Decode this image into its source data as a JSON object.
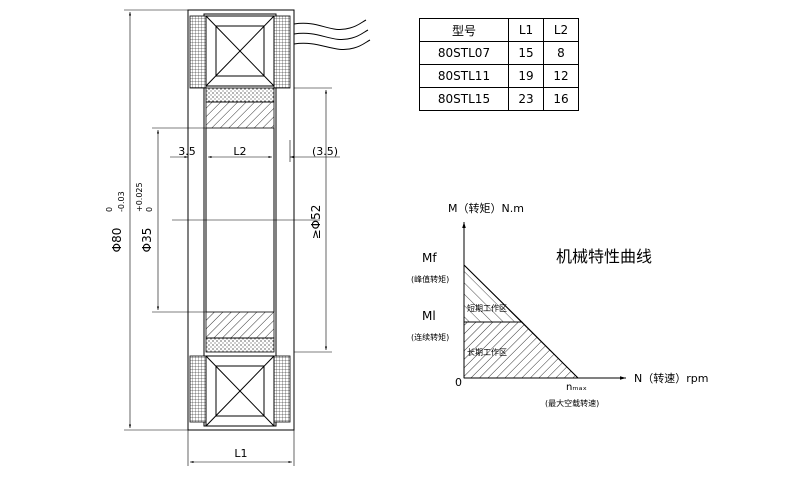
{
  "spec_table": {
    "headers": [
      "型号",
      "L1",
      "L2"
    ],
    "rows": [
      [
        "80STL07",
        "15",
        "8"
      ],
      [
        "80STL11",
        "19",
        "12"
      ],
      [
        "80STL15",
        "23",
        "16"
      ]
    ]
  },
  "drawing": {
    "dim_outer_diameter": "Φ80",
    "dim_outer_tol_upper": "0",
    "dim_outer_tol_lower": "-0.03",
    "dim_inner_diameter": "Φ35",
    "dim_inner_tol_upper": "+0.025",
    "dim_inner_tol_lower": "0",
    "dim_bore": "≥Φ52",
    "dim_left_gap": "3.5",
    "dim_l2": "L2",
    "dim_right_gap": "(3.5)",
    "dim_l1": "L1"
  },
  "curve": {
    "title": "机械特性曲线",
    "y_axis_label": "M（转矩）N.m",
    "mf_label": "Mf",
    "mf_sub": "(峰值转矩)",
    "ml_label": "Ml",
    "ml_sub": "(连续转矩)",
    "short_zone": "短期工作区",
    "long_zone": "长期工作区",
    "origin": "0",
    "nmax_label": "nₘₐₓ",
    "nmax_sub": "(最大空载转速)",
    "x_axis_label": "N（转速）rpm"
  }
}
